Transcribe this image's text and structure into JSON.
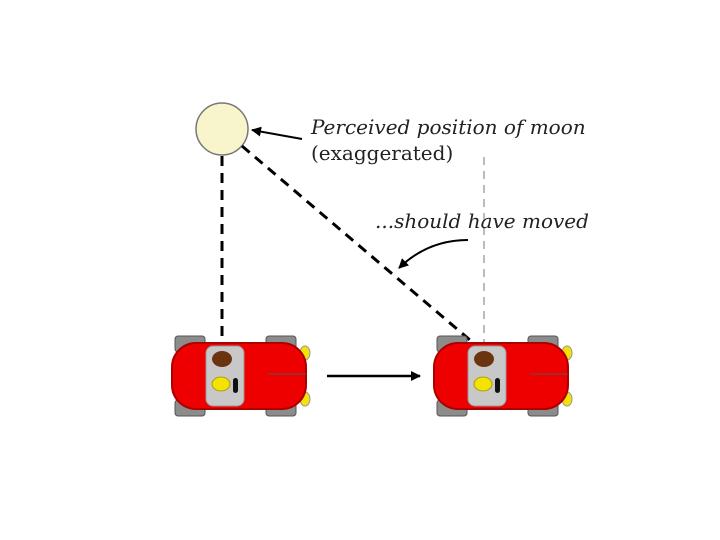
{
  "labels": {
    "perceived_line1": "Perceived position of moon",
    "perceived_line2": "(exaggerated)",
    "should_have_moved": "...should have moved"
  },
  "colors": {
    "moon_fill": "#f8f4cc",
    "car_body": "#ee0000",
    "car_outline": "#aa0000",
    "tire": "#8c8c8c",
    "headlight": "#f4e200",
    "cabin": "#c8c8c8",
    "head_brown": "#6b3410",
    "line_dark": "#000000",
    "line_light": "#bbbbbb"
  },
  "icons": {
    "moon": "moon-circle-icon",
    "car": "car-top-view-icon",
    "arrow": "arrow-icon"
  }
}
